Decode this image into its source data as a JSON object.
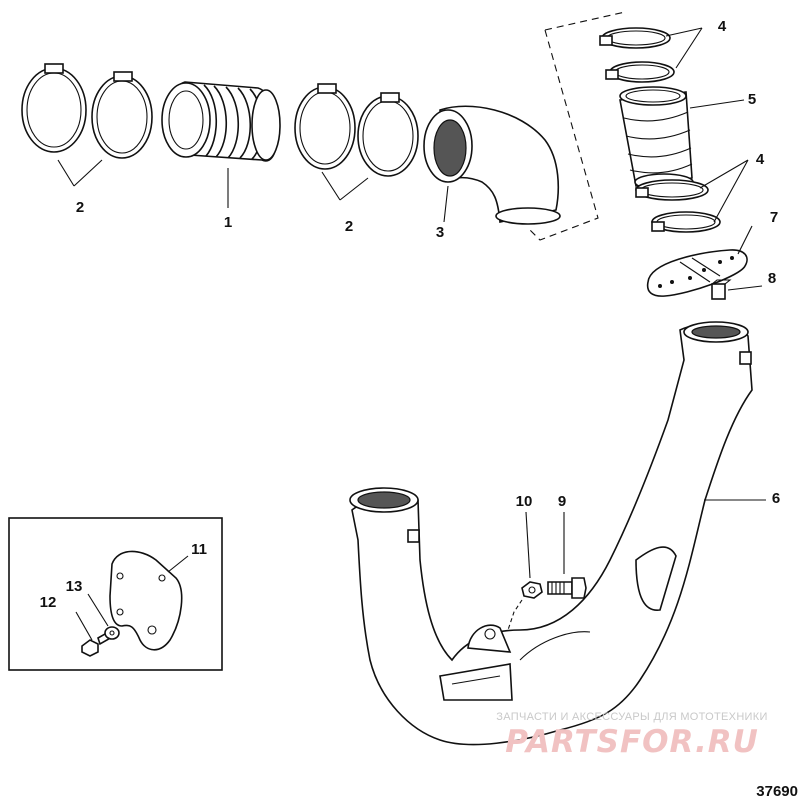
{
  "callouts": [
    {
      "id": "c1",
      "text": "1"
    },
    {
      "id": "c2a",
      "text": "2"
    },
    {
      "id": "c2b",
      "text": "2"
    },
    {
      "id": "c3",
      "text": "3"
    },
    {
      "id": "c4a",
      "text": "4"
    },
    {
      "id": "c4b",
      "text": "4"
    },
    {
      "id": "c5",
      "text": "5"
    },
    {
      "id": "c6",
      "text": "6"
    },
    {
      "id": "c7",
      "text": "7"
    },
    {
      "id": "c8",
      "text": "8"
    },
    {
      "id": "c9",
      "text": "9"
    },
    {
      "id": "c10",
      "text": "10"
    },
    {
      "id": "c11",
      "text": "11"
    },
    {
      "id": "c12",
      "text": "12"
    },
    {
      "id": "c13",
      "text": "13"
    }
  ],
  "figure_number": "37690",
  "watermark": {
    "tagline": "ЗАПЧАСТИ И АКСЕССУАРЫ ДЛЯ МОТОТЕХНИКИ",
    "brand": "PARTSFOR.RU"
  }
}
